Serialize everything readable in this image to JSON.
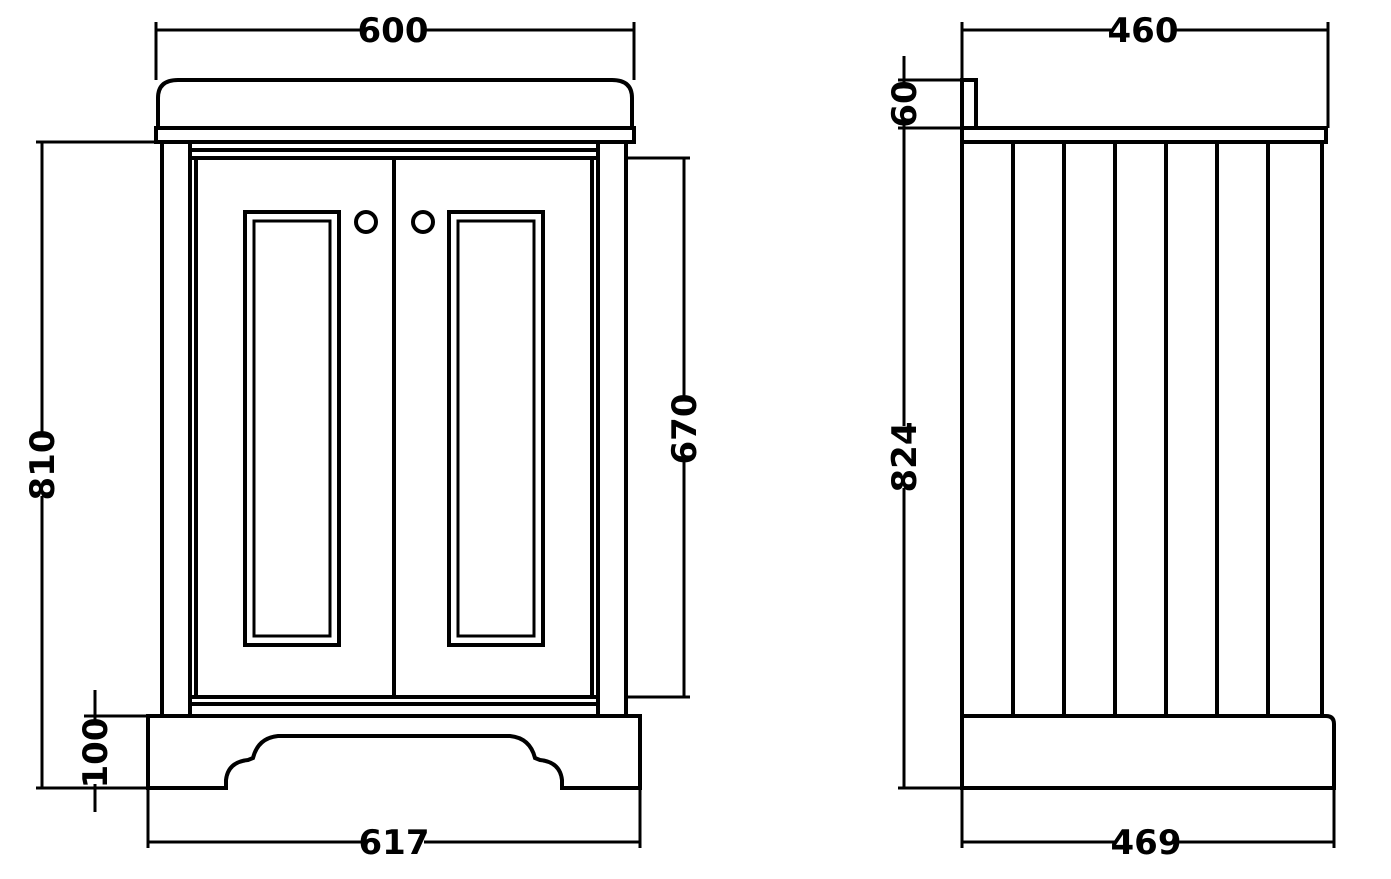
{
  "diagram": {
    "front_view": {
      "width_top": "600",
      "width_base": "617",
      "height_total": "810",
      "height_door": "670",
      "height_plinth": "100"
    },
    "side_view": {
      "depth_top": "460",
      "depth_base": "469",
      "height_total": "824",
      "height_upstand": "60"
    }
  }
}
